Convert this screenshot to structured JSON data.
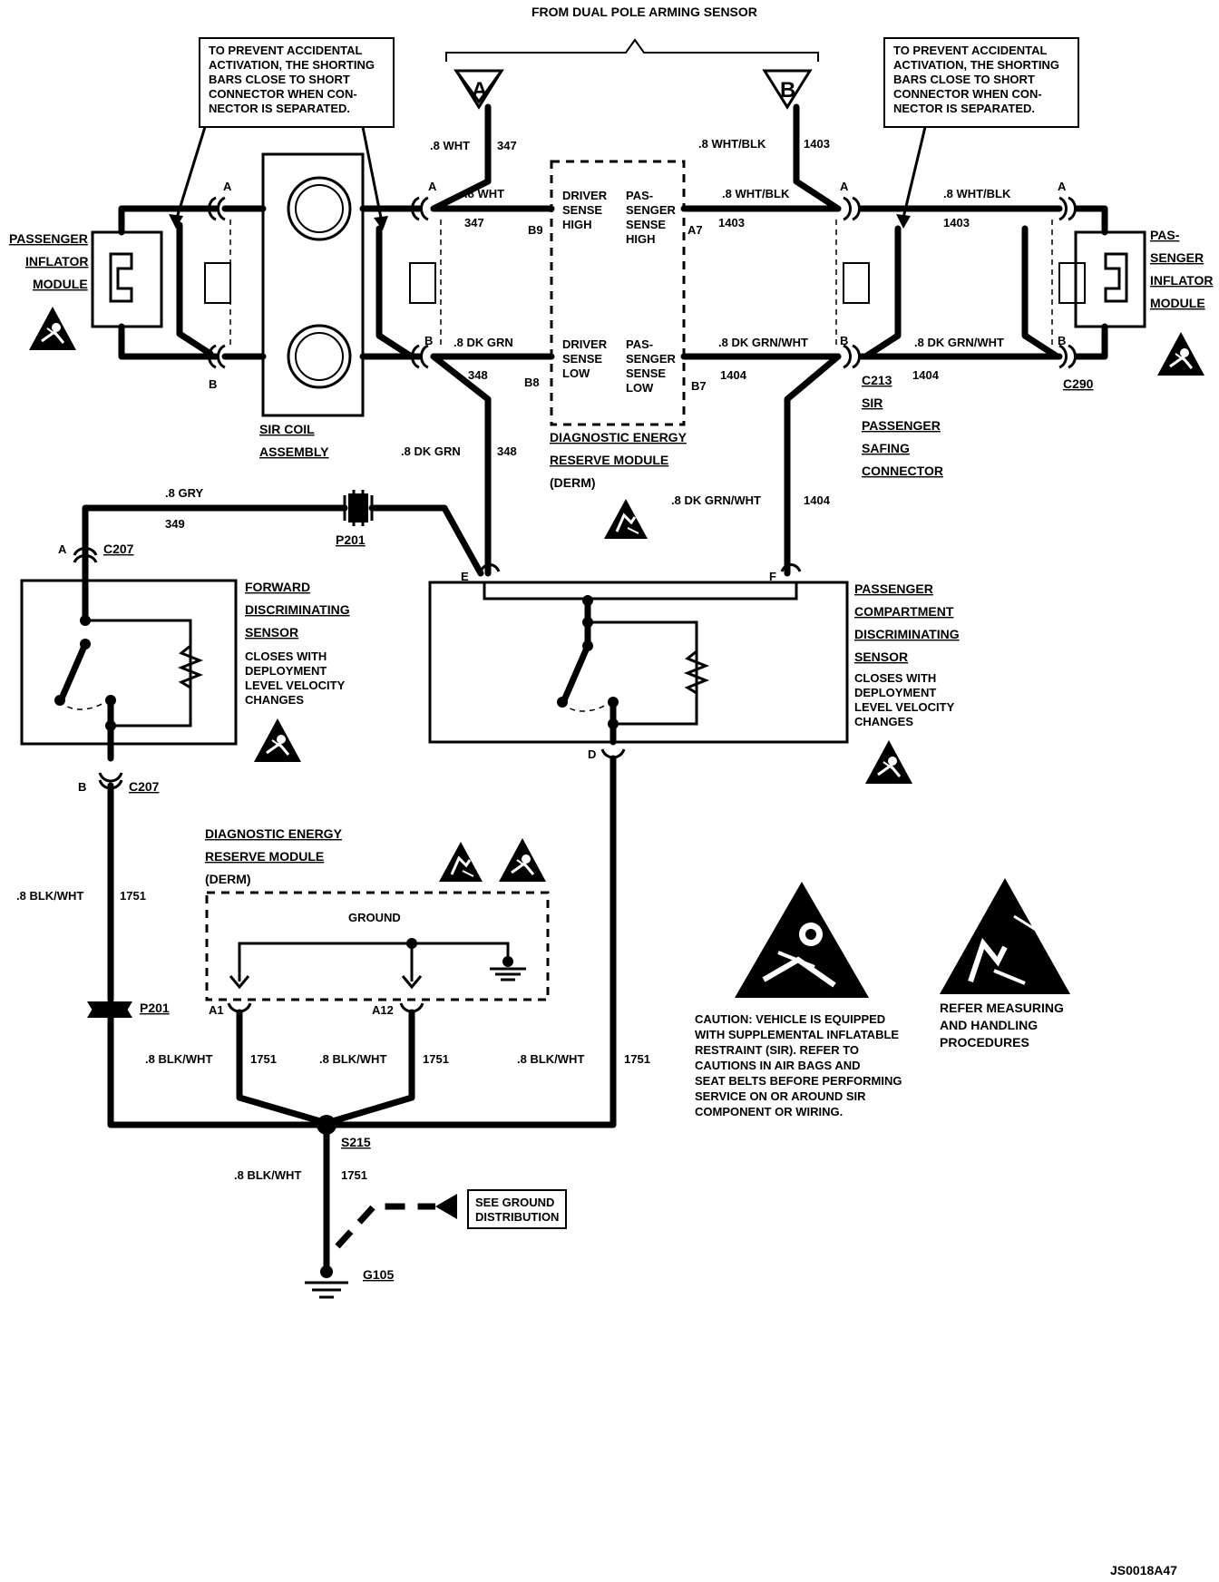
{
  "header": "FROM DUAL POLE ARMING SENSOR",
  "notes": {
    "left": [
      "TO PREVENT ACCIDENTAL",
      "ACTIVATION, THE SHORTING",
      "BARS CLOSE TO SHORT",
      "CONNECTOR WHEN CON-",
      "NECTOR IS SEPARATED."
    ],
    "right": [
      "TO PREVENT ACCIDENTAL",
      "ACTIVATION, THE SHORTING",
      "BARS CLOSE TO SHORT",
      "CONNECTOR WHEN CON-",
      "NECTOR IS SEPARATED."
    ]
  },
  "arming_inputs": {
    "a": "A",
    "b": "B"
  },
  "left_inflator": [
    "PASSENGER",
    "INFLATOR",
    "MODULE"
  ],
  "right_inflator": [
    "PAS-",
    "SENGER",
    "INFLATOR",
    "MODULE"
  ],
  "sir_coil": [
    "SIR COIL",
    "ASSEMBLY"
  ],
  "derm_top": {
    "title": [
      "DIAGNOSTIC ENERGY",
      "RESERVE MODULE",
      "(DERM)"
    ],
    "driver_high": [
      "DRIVER",
      "SENSE",
      "HIGH"
    ],
    "pass_high": [
      "PAS-",
      "SENGER",
      "SENSE",
      "HIGH"
    ],
    "driver_low": [
      "DRIVER",
      "SENSE",
      "LOW"
    ],
    "pass_low": [
      "PAS-",
      "SENGER",
      "SENSE",
      "LOW"
    ],
    "pins": {
      "b9": "B9",
      "a7": "A7",
      "b8": "B8",
      "b7": "B7"
    }
  },
  "c213": [
    "C213",
    "SIR",
    "PASSENGER",
    "SAFING",
    "CONNECTOR"
  ],
  "c290": "C290",
  "pins": {
    "a": "A",
    "b": "B",
    "e": "E",
    "f": "F",
    "d": "D",
    "a1": "A1",
    "a12": "A12"
  },
  "wires": {
    "wht": ".8 WHT",
    "wht_blk": ".8 WHT/BLK",
    "dk_grn": ".8 DK GRN",
    "dk_grn_wht": ".8 DK GRN/WHT",
    "gry": ".8 GRY",
    "blk_wht": ".8 BLK/WHT",
    "c347": "347",
    "c1403": "1403",
    "c348": "348",
    "c1404": "1404",
    "c349": "349",
    "c1751": "1751",
    "c1751b": "1751"
  },
  "connectors": {
    "c207": "C207",
    "p201": "P201",
    "s215": "S215",
    "g105": "G105"
  },
  "fwd_sensor": {
    "title": [
      "FORWARD",
      "DISCRIMINATING",
      "SENSOR"
    ],
    "desc": [
      "CLOSES WITH",
      "DEPLOYMENT",
      "LEVEL VELOCITY",
      "CHANGES"
    ]
  },
  "pc_sensor": {
    "title": [
      "PASSENGER",
      "COMPARTMENT",
      "DISCRIMINATING",
      "SENSOR"
    ],
    "desc": [
      "CLOSES WITH",
      "DEPLOYMENT",
      "LEVEL VELOCITY",
      "CHANGES"
    ]
  },
  "derm_bottom": {
    "title": [
      "DIAGNOSTIC ENERGY",
      "RESERVE MODULE",
      "(DERM)"
    ],
    "ground": "GROUND"
  },
  "ground_ref": [
    "SEE GROUND",
    "DISTRIBUTION"
  ],
  "caution": [
    "CAUTION: VEHICLE IS EQUIPPED",
    "WITH SUPPLEMENTAL INFLATABLE",
    "RESTRAINT (SIR). REFER TO",
    "CAUTIONS IN AIR BAGS AND",
    "SEAT BELTS BEFORE PERFORMING",
    "SERVICE ON OR AROUND SIR",
    "COMPONENT OR WIRING."
  ],
  "esd_note": [
    "REFER MEASURING",
    "AND HANDLING",
    "PROCEDURES"
  ],
  "figure_id": "JS0018A47"
}
